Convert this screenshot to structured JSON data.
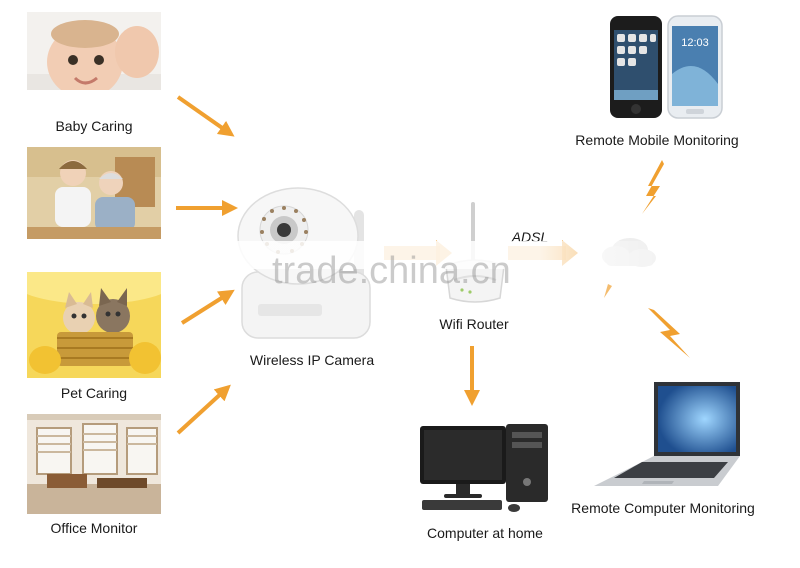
{
  "labels": {
    "baby": "Baby Caring",
    "pet": "Pet Caring",
    "office": "Office Monitor",
    "camera": "Wireless IP Camera",
    "router": "Wifi Router",
    "adsl": "ADSL",
    "mobile": "Remote Mobile Monitoring",
    "computer_home": "Computer at home",
    "remote_computer": "Remote Computer Monitoring"
  },
  "phone_clock": "12:03",
  "watermark": "trade.china.cn",
  "colors": {
    "arrow": "#f0a030",
    "arrow_dark": "#e08a18",
    "text": "#1a1a1a"
  }
}
